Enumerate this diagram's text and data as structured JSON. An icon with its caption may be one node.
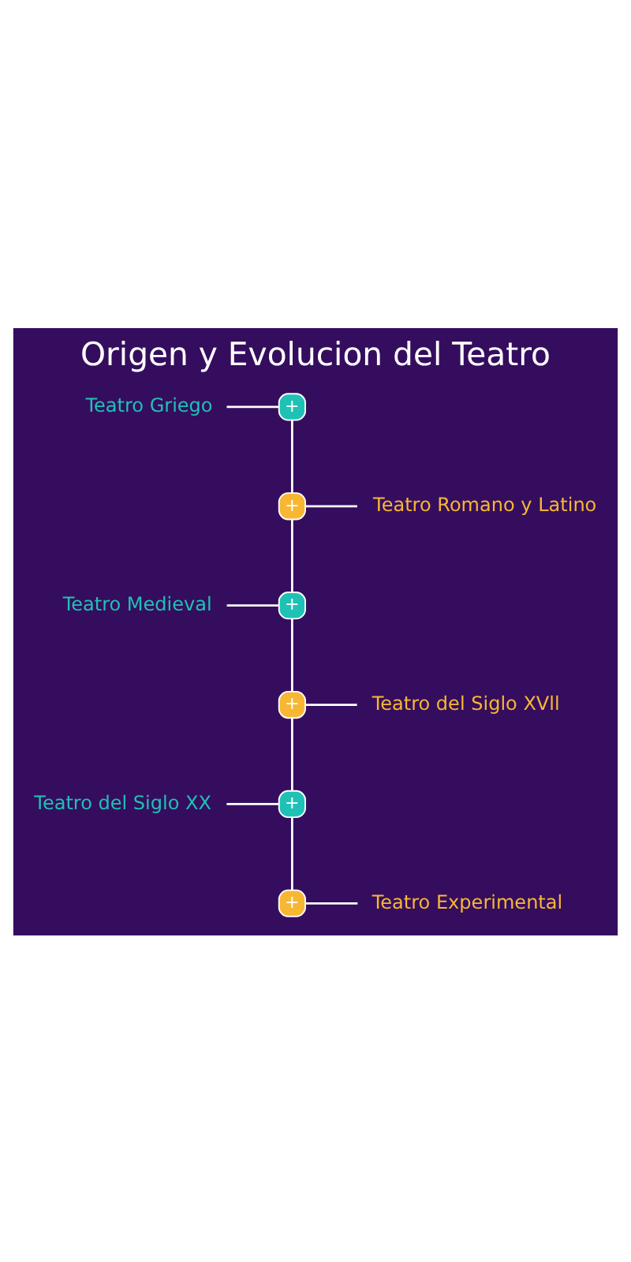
{
  "diagram": {
    "title": "Origen y Evolucion del Teatro",
    "nodes": [
      {
        "text": [
          "Teatro Griego"
        ]
      },
      {
        "text": [
          "+"
        ]
      },
      {
        "text": [
          "+"
        ]
      },
      {
        "text": [
          "Teatro Romano y Latino"
        ]
      },
      {
        "text": [
          "Teatro Medieval"
        ]
      },
      {
        "text": [
          "+"
        ]
      },
      {
        "text": [
          "+"
        ]
      },
      {
        "text": [
          "Teatro del Siglo XVll"
        ]
      },
      {
        "text": [
          "Teatro del Siglo XX"
        ]
      },
      {
        "text": [
          "+"
        ]
      },
      {
        "text": [
          "+"
        ]
      },
      {
        "text": [
          "Teatro Experimental"
        ]
      }
    ],
    "edges": [
      {
        "from": 0,
        "to": 1,
        "arrow": "none"
      },
      {
        "from": 1,
        "to": 2,
        "arrow": "none"
      },
      {
        "from": 2,
        "to": 3,
        "arrow": "none"
      },
      {
        "from": 4,
        "to": 5,
        "arrow": "none"
      },
      {
        "from": 2,
        "to": 5,
        "arrow": "none"
      },
      {
        "from": 5,
        "to": 6,
        "arrow": "none"
      },
      {
        "from": 6,
        "to": 7,
        "arrow": "none"
      },
      {
        "from": 8,
        "to": 9,
        "arrow": "none"
      },
      {
        "from": 6,
        "to": 9,
        "arrow": "none"
      },
      {
        "from": 9,
        "to": 10,
        "arrow": "none"
      },
      {
        "from": 10,
        "to": 11,
        "arrow": "none"
      }
    ]
  }
}
